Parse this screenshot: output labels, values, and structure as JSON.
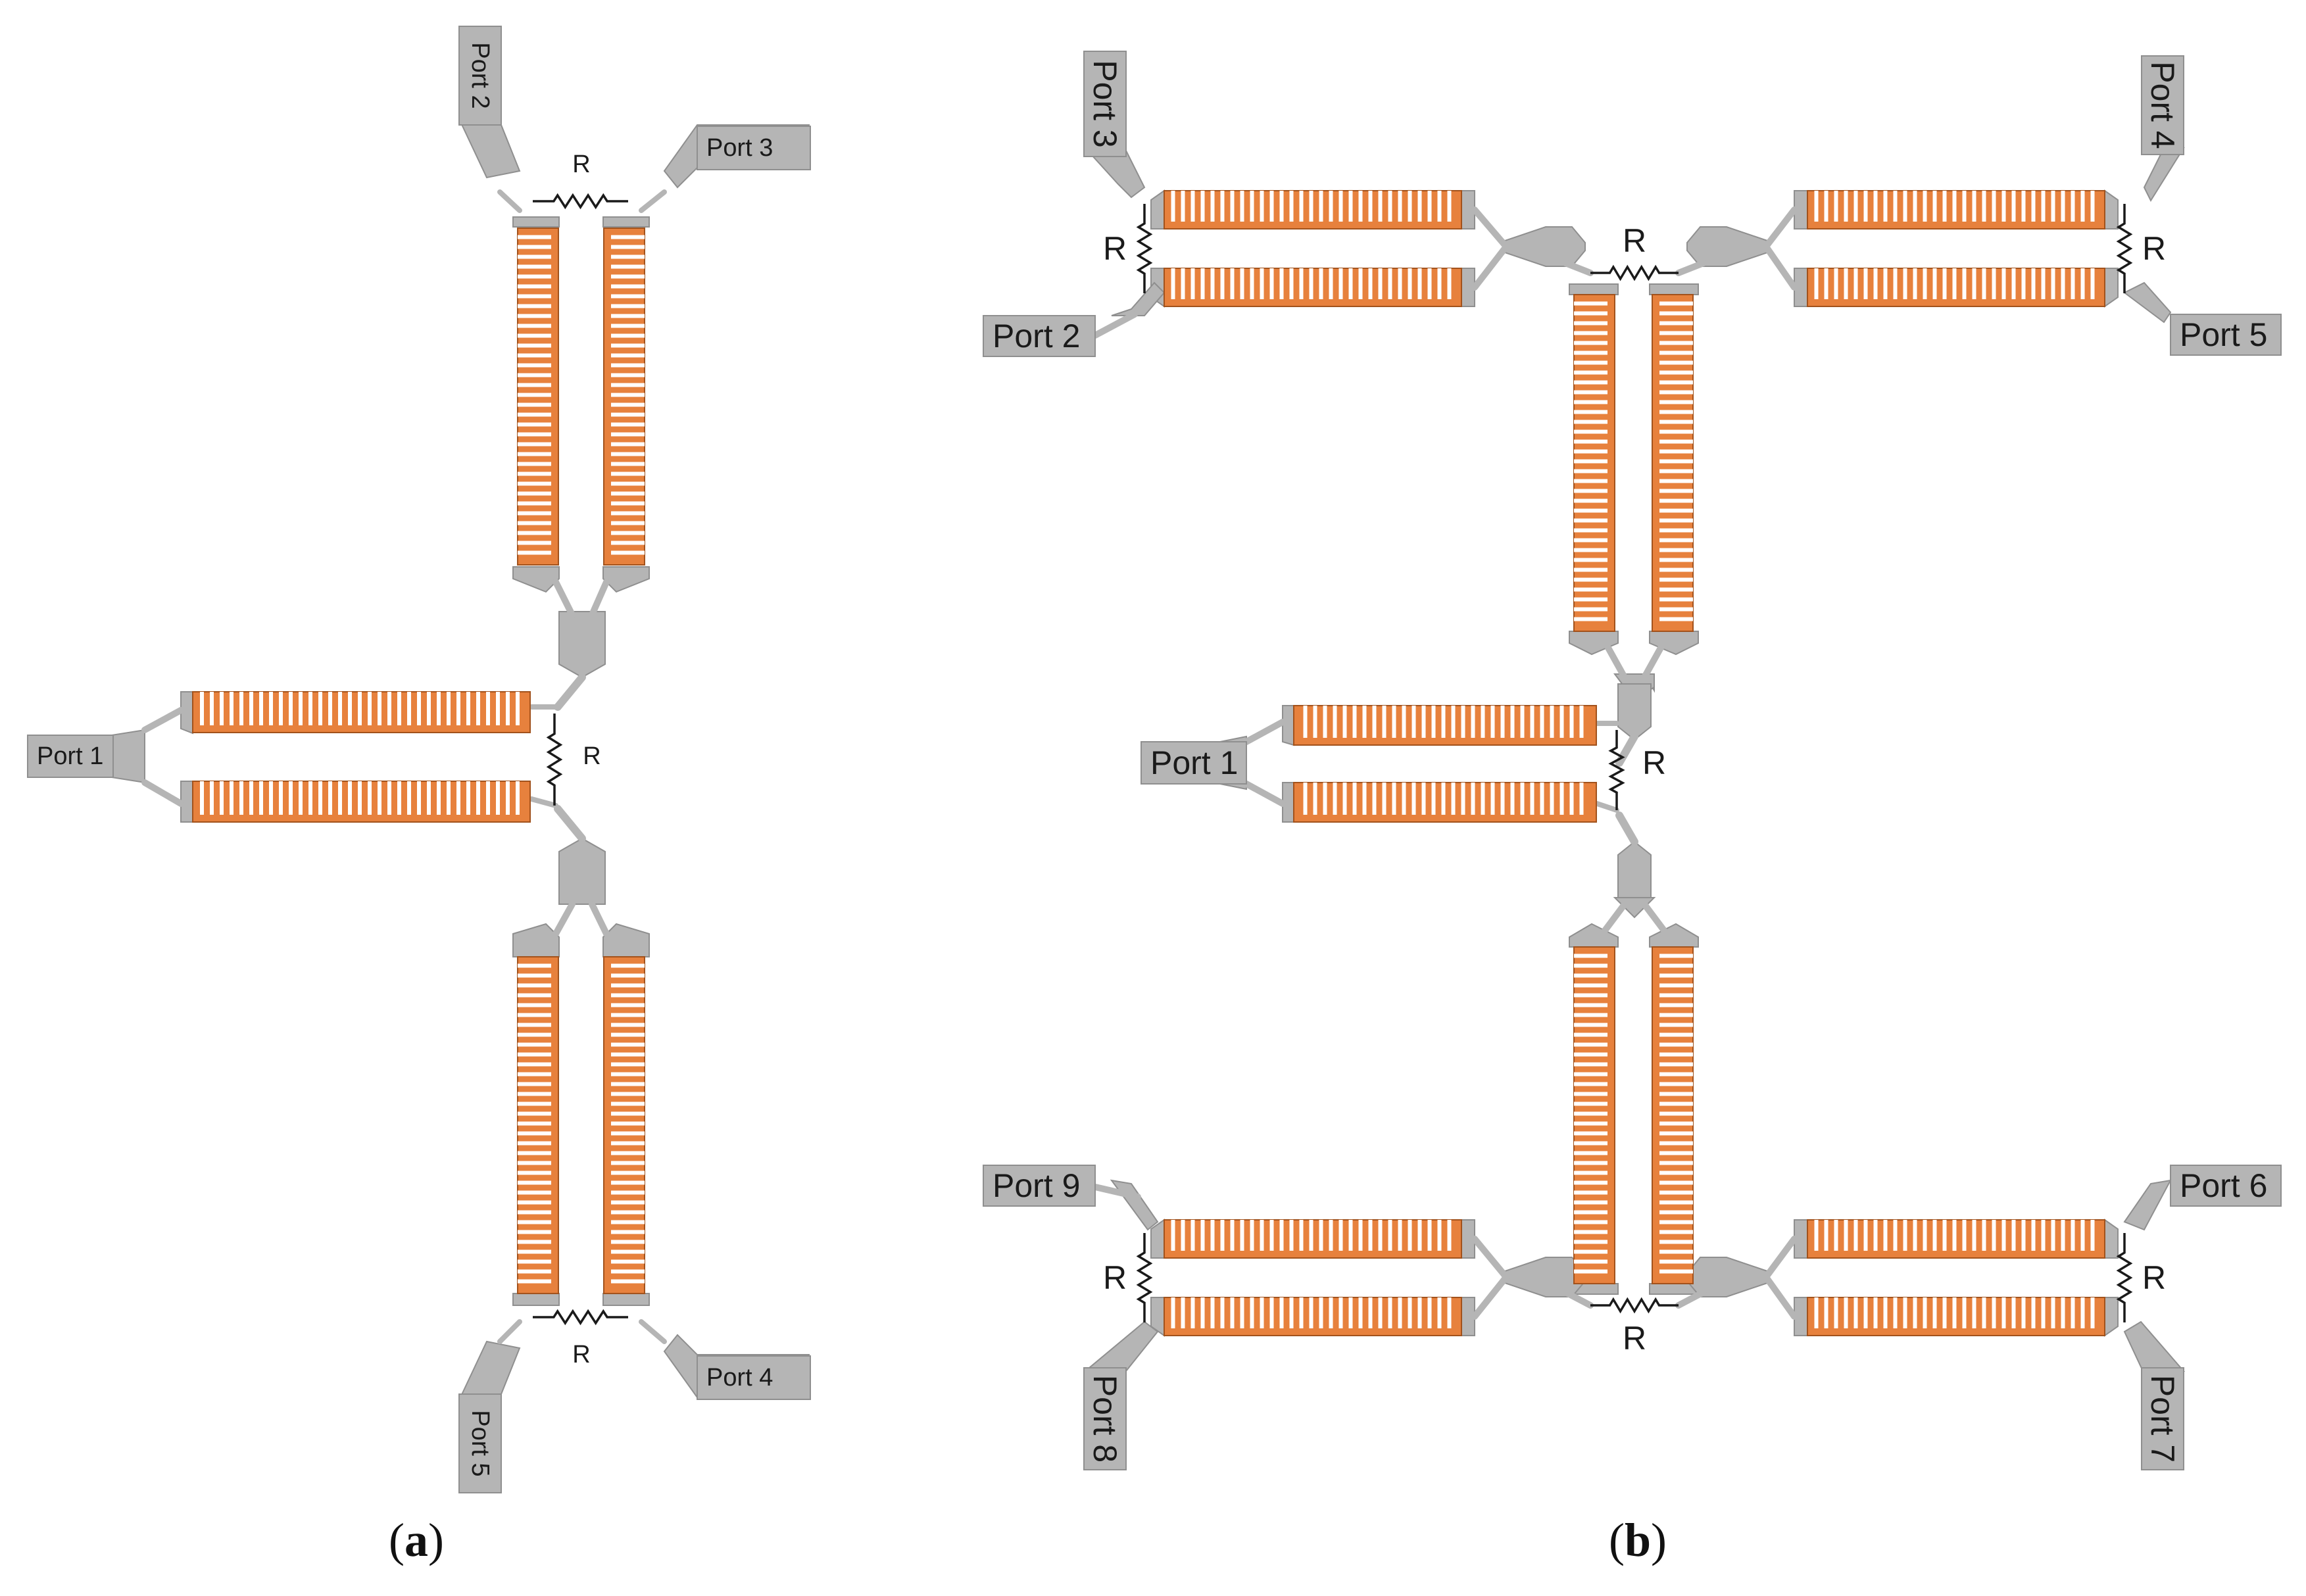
{
  "figure": {
    "caption_a": "(a)",
    "caption_a_letter": "a",
    "caption_b": "(b)",
    "caption_b_letter": "b",
    "colors": {
      "trace": "#b5b5b5",
      "trace_edge": "#8f8f8f",
      "fingers": "#e7813d",
      "fingers_edge": "#a2521c",
      "resistor": "#1a1a1a",
      "label_text": "#1a1a1a"
    }
  },
  "diagram_a": {
    "resistor_label": "R",
    "ports": {
      "p1": "Port 1",
      "p2": "Port 2",
      "p3": "Port 3",
      "p4": "Port 4",
      "p5": "Port 5"
    }
  },
  "diagram_b": {
    "resistor_label": "R",
    "ports": {
      "p1": "Port 1",
      "p2": "Port 2",
      "p3": "Port 3",
      "p4": "Port 4",
      "p5": "Port 5",
      "p6": "Port 6",
      "p7": "Port 7",
      "p8": "Port 8",
      "p9": "Port 9"
    }
  }
}
